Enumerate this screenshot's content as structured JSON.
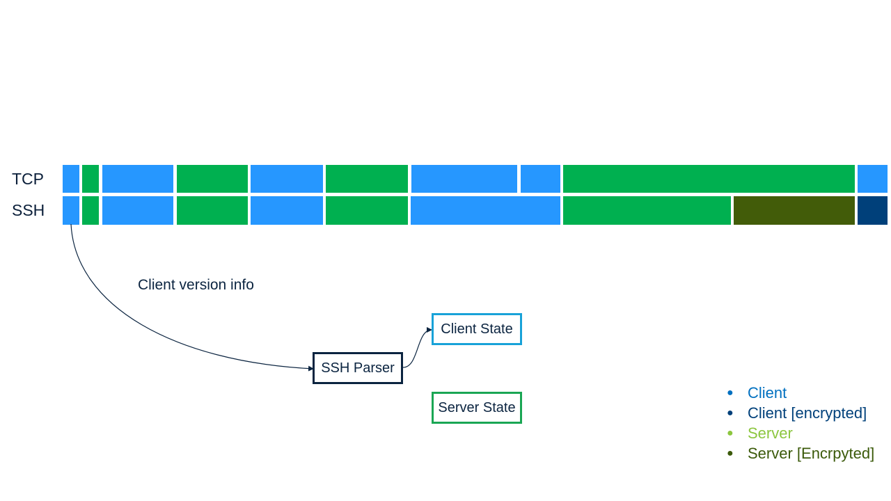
{
  "rows": {
    "tcp": {
      "label": "TCP",
      "segments": [
        {
          "type": "client"
        },
        {
          "type": "server"
        },
        {
          "type": "client"
        },
        {
          "type": "server"
        },
        {
          "type": "client"
        },
        {
          "type": "server"
        },
        {
          "type": "client"
        },
        {
          "type": "client"
        },
        {
          "type": "server"
        },
        {
          "type": "client"
        }
      ]
    },
    "ssh": {
      "label": "SSH",
      "segments": [
        {
          "type": "client"
        },
        {
          "type": "server"
        },
        {
          "type": "client"
        },
        {
          "type": "server"
        },
        {
          "type": "client"
        },
        {
          "type": "server"
        },
        {
          "type": "client"
        },
        {
          "type": "server"
        },
        {
          "type": "server-encrypted"
        },
        {
          "type": "client-encrypted"
        }
      ]
    }
  },
  "edge_label": "Client version info",
  "nodes": {
    "parser": "SSH Parser",
    "client_state": "Client State",
    "server_state": "Server State"
  },
  "colors": {
    "client": "#2697ff",
    "server": "#00b050",
    "client_encrypted": "#00407a",
    "server_encrypted": "#425c09"
  },
  "legend": [
    {
      "label": "Client",
      "color": "#0070c0"
    },
    {
      "label": "Client [encrypted]",
      "color": "#00407a"
    },
    {
      "label": "Server",
      "color": "#8cc63f"
    },
    {
      "label": "Server [Encrpyted]",
      "color": "#3b5a0a"
    }
  ]
}
